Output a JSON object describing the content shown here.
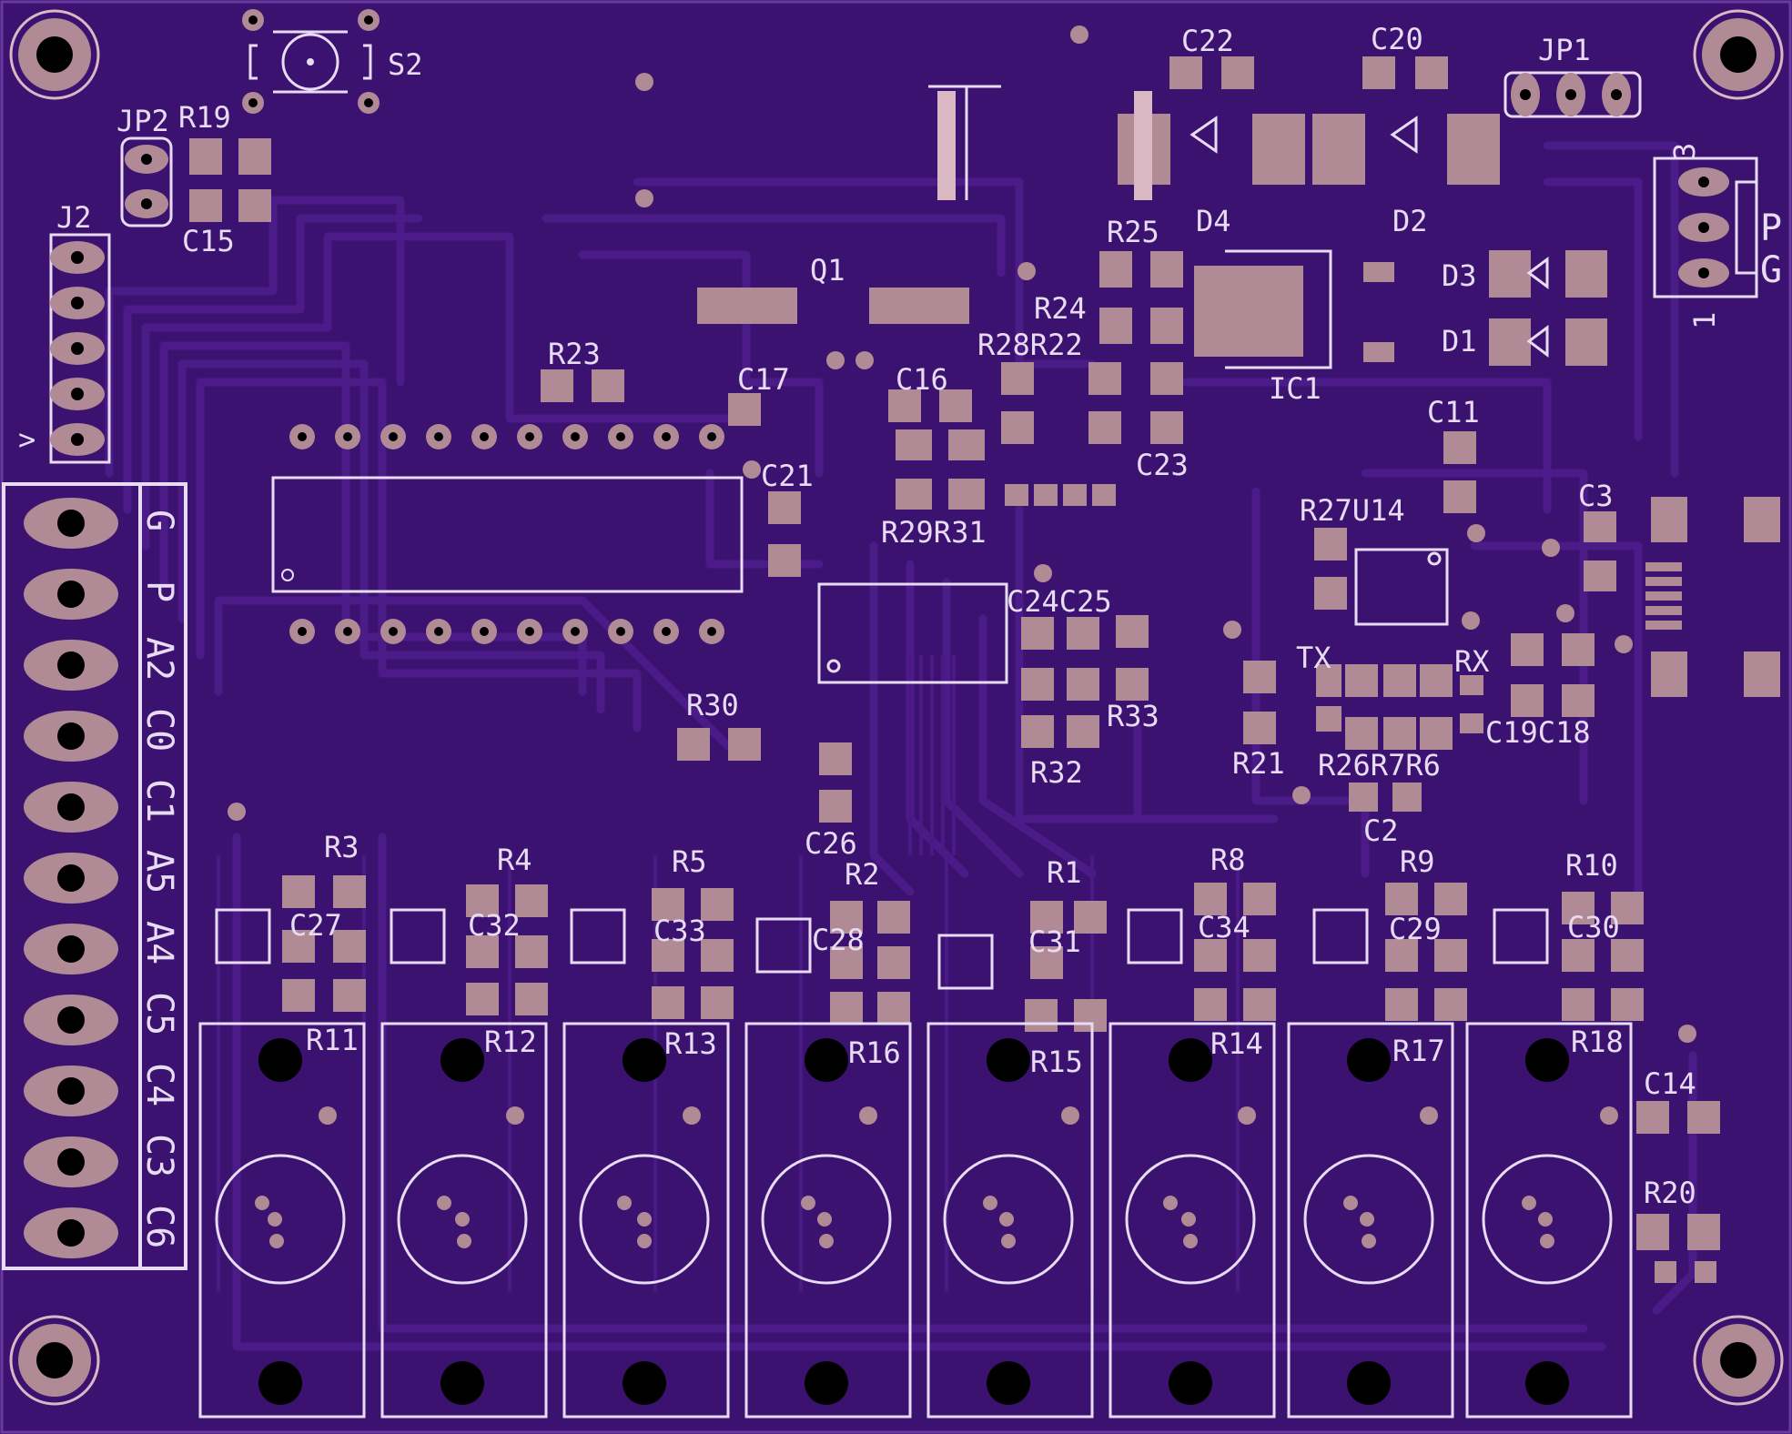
{
  "colors": {
    "board": "#3b1270",
    "trace": "#4a1a86",
    "pad": "#b08a94",
    "silk": "#e8dcf5",
    "hole": "#000000",
    "ring": "#d9b8c4"
  },
  "labels": {
    "C22": "C22",
    "C20": "C20",
    "JP1": "JP1",
    "S2": "S2",
    "JP2": "JP2",
    "R19": "R19",
    "C15": "C15",
    "J2": "J2",
    "D4": "D4",
    "D2": "D2",
    "D3": "D3",
    "D1": "D1",
    "Q1": "Q1",
    "R25": "R25",
    "R24": "R24",
    "R28R22": "R28R22",
    "IC1": "IC1",
    "R23": "R23",
    "C17": "C17",
    "C16": "C16",
    "C23": "C23",
    "C11": "C11",
    "C21": "C21",
    "R29R31": "R29R31",
    "R27U14": "R27U14",
    "C3": "C3",
    "C24C25": "C24C25",
    "TX": "TX",
    "RX": "RX",
    "R33": "R33",
    "R30": "R30",
    "R32": "R32",
    "R21": "R21",
    "R26R7R6": "R26R7R6",
    "C19C18": "C19C18",
    "C2": "C2",
    "C26": "C26",
    "R3": "R3",
    "R4": "R4",
    "R5": "R5",
    "R2": "R2",
    "R1": "R1",
    "R8": "R8",
    "R9": "R9",
    "R10": "R10",
    "C27": "C27",
    "C32": "C32",
    "C33": "C33",
    "C28": "C28",
    "C31": "C31",
    "C34": "C34",
    "C29": "C29",
    "C30": "C30",
    "R11": "R11",
    "R12": "R12",
    "R13": "R13",
    "R16": "R16",
    "R15": "R15",
    "R14": "R14",
    "R17": "R17",
    "R18": "R18",
    "C14": "C14",
    "R20": "R20",
    "pin3": "3",
    "pin1": "1",
    "P": "P",
    "G": "G",
    "arrow": ">"
  },
  "connector_pins": [
    "G",
    "P",
    "A2",
    "C0",
    "C1",
    "A5",
    "A4",
    "C5",
    "C4",
    "C3",
    "C6"
  ]
}
